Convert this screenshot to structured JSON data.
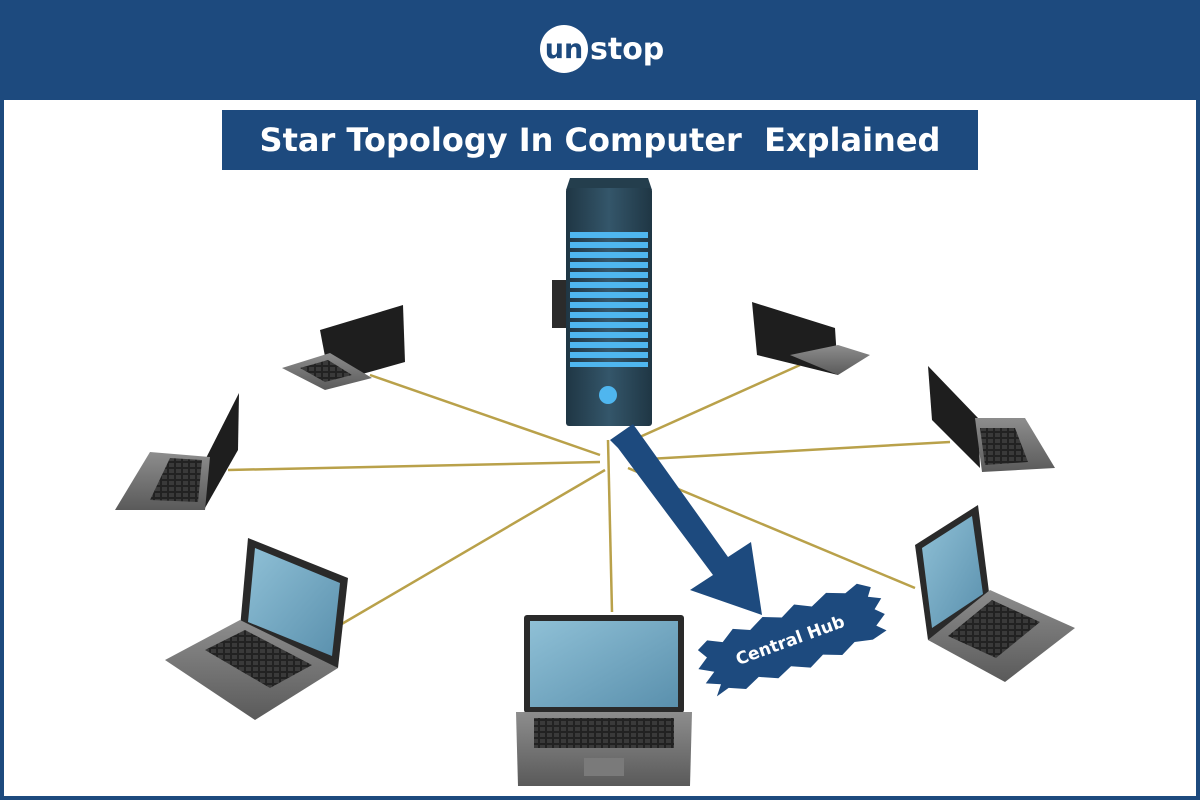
{
  "header": {
    "logo_mark": "un",
    "logo_rest": "stop"
  },
  "title": "Star Topology In Computer  Explained",
  "hub_label": "Central Hub",
  "colors": {
    "brand_blue": "#1d4a7e",
    "server_body": "#2d4a5c",
    "server_stripe": "#4fb6ef",
    "cable": "#b9a14a",
    "laptop_screen": "#6fa4bf"
  },
  "icons": [
    "server-icon",
    "laptop-icon",
    "arrow-icon"
  ]
}
